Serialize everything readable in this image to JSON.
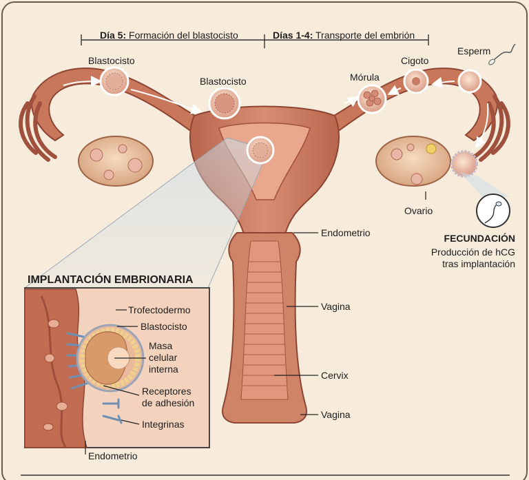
{
  "header": {
    "left_bold": "Día 5:",
    "left_text": " Formación del blastocisto",
    "right_bold": "Días 1-4:",
    "right_text": " Transporte del embrión"
  },
  "labels": {
    "blastocisto_top": "Blastocisto",
    "blastocisto_mid": "Blastocisto",
    "morula": "Mórula",
    "cigoto": "Cigoto",
    "esperm": "Esperm",
    "ovario": "Ovario",
    "endometrio": "Endometrio",
    "vagina_upper": "Vagina",
    "cervix": "Cervix",
    "vagina_lower": "Vagina"
  },
  "fecundacion": {
    "title": "FECUNDACIÓN",
    "line1": "Producción de hCG",
    "line2": "tras implantación"
  },
  "inset": {
    "title": "IMPLANTACIÓN EMBRIONARIA",
    "trofectodermo": "Trofectodermo",
    "blastocisto": "Blastocisto",
    "masa1": "Masa",
    "masa2": "celular",
    "masa3": "interna",
    "receptores1": "Receptores",
    "receptores2": "de adhesión",
    "integrinas": "Integrinas",
    "endometrio": "Endometrio"
  },
  "colors": {
    "background": "#f7ecdc",
    "tissue": "#c97a5e",
    "tissue_dark": "#9e4f3b",
    "tissue_light": "#e7ad92",
    "inset_bg": "#f3d3bd",
    "integrin": "#6e8fb4"
  }
}
